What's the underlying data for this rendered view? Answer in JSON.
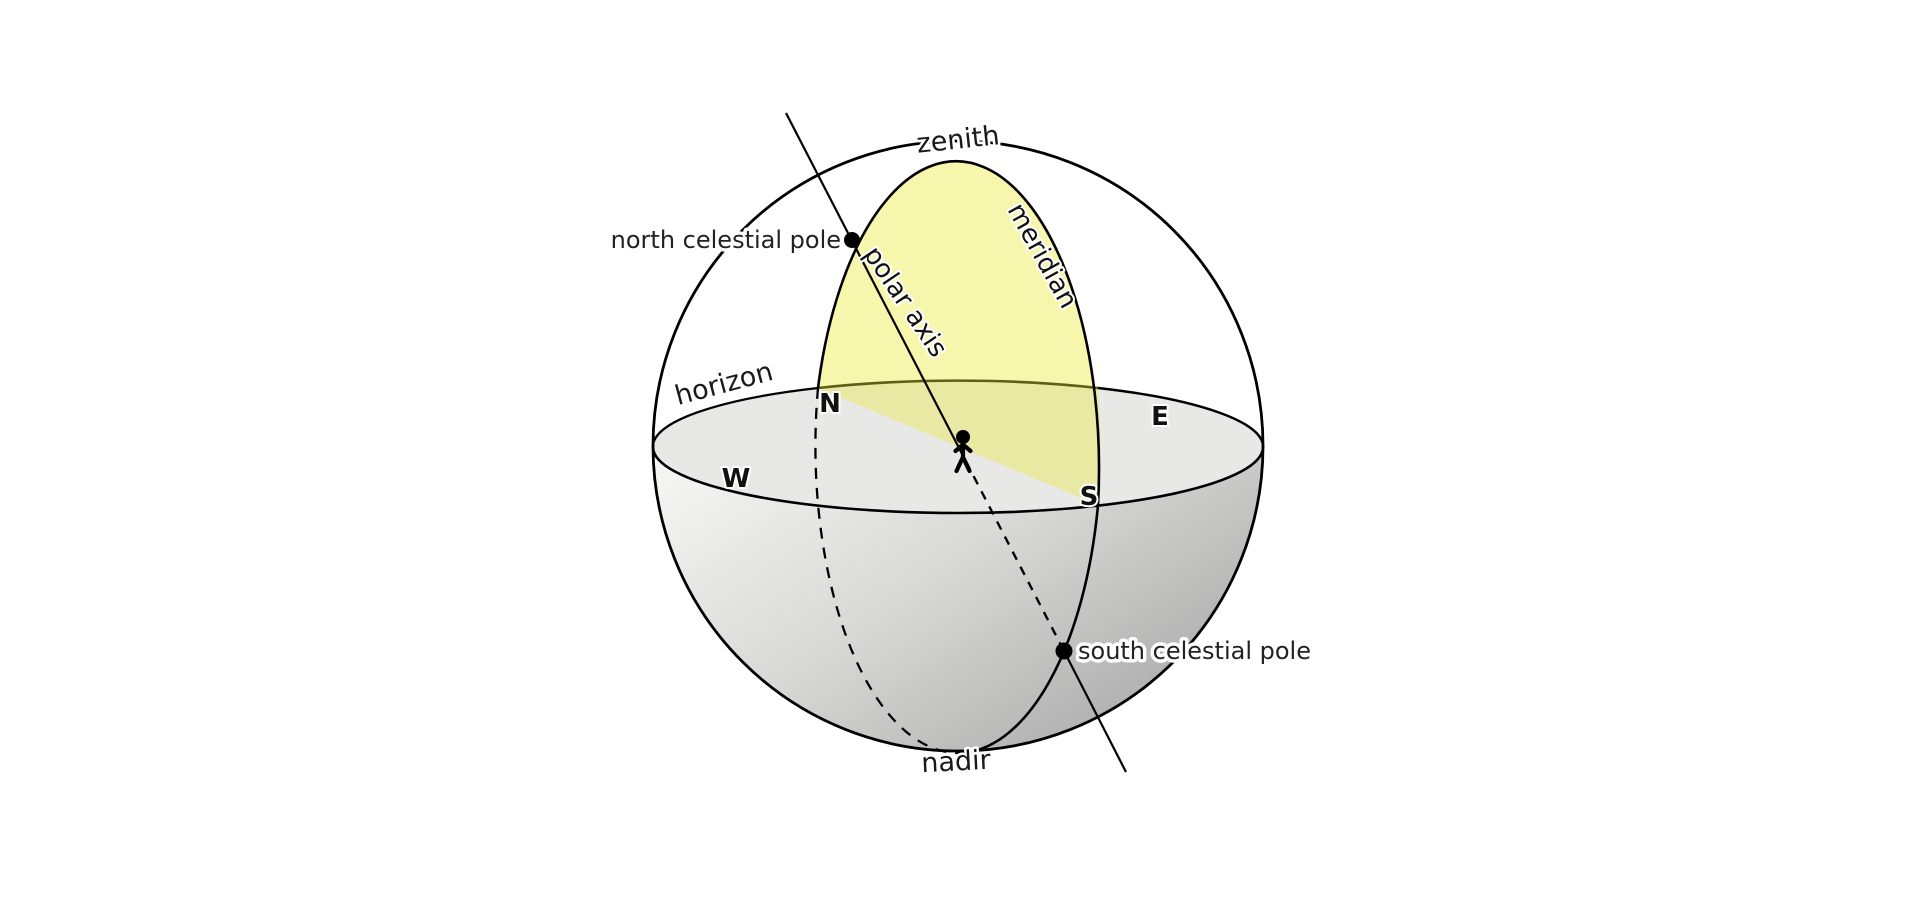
{
  "diagram": {
    "labels": {
      "zenith": "zenith",
      "nadir": "nadir",
      "horizon": "horizon",
      "meridian": "meridian",
      "polar_axis": "polar axis",
      "north_celestial_pole": "north celestial pole",
      "south_celestial_pole": "south celestial pole",
      "north": "N",
      "east": "E",
      "south": "S",
      "west": "W"
    },
    "colors": {
      "meridian_plane_fill": "#f6f6ac",
      "overlap_wedge_fill": "#e9e9a4",
      "horizon_plane_fill": "#e8e8e6",
      "sphere_shade_light": "#f8f8f6",
      "sphere_shade_mid": "#d8d8d7",
      "sphere_shade_dark": "#a9a9a9",
      "line": "#000000",
      "horizon_back_edge_tint": "#5e5e14"
    }
  }
}
